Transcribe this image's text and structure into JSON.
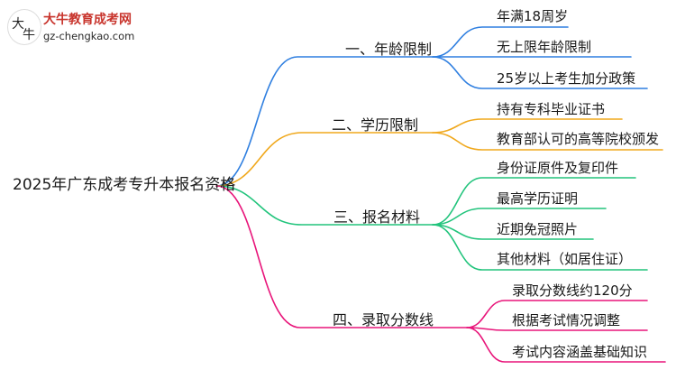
{
  "logo": {
    "title": "大牛教育成考网",
    "url": "gz-chengkao.com",
    "mark_glyph_1": "大",
    "mark_glyph_2": "牛"
  },
  "root": {
    "label": "2025年广东成考专升本报名资格"
  },
  "branches": [
    {
      "label": "一、年龄限制",
      "color": "#2f7fe0",
      "leaves": [
        "年满18周岁",
        "无上限年龄限制",
        "25岁以上考生加分政策"
      ]
    },
    {
      "label": "二、学历限制",
      "color": "#f0a81c",
      "leaves": [
        "持有专科毕业证书",
        "教育部认可的高等院校颁发"
      ]
    },
    {
      "label": "三、报名材料",
      "color": "#22c47c",
      "leaves": [
        "身份证原件及复印件",
        "最高学历证明",
        "近期免冠照片",
        "其他材料（如居住证）"
      ]
    },
    {
      "label": "四、录取分数线",
      "color": "#e8157a",
      "leaves": [
        "录取分数线约120分",
        "根据考试情况调整",
        "考试内容涵盖基础知识"
      ]
    }
  ]
}
